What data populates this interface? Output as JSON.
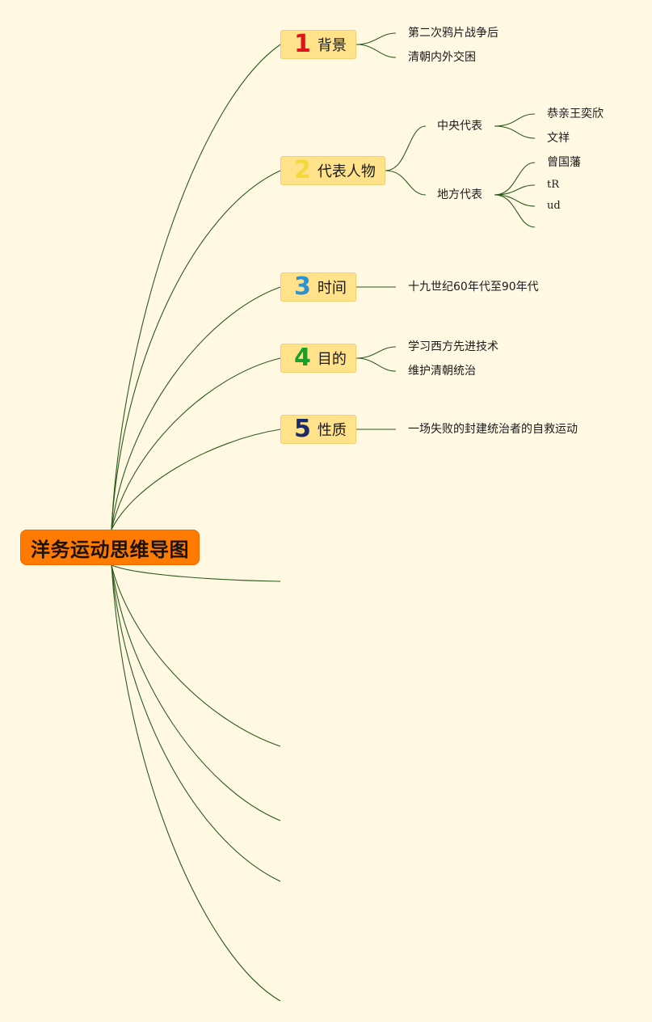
{
  "root": {
    "label": "洋务运动思维导图"
  },
  "branches": [
    {
      "num": "1",
      "num_color": "#e0141e",
      "label": "背景",
      "leaves": [
        "第二次鸦片战争后",
        "清朝内外交困"
      ]
    },
    {
      "num": "2",
      "num_color": "#f6d73a",
      "label": "代表人物",
      "subs": [
        {
          "label": "中央代表",
          "leaves": [
            "恭亲王奕欣",
            "文祥"
          ]
        },
        {
          "label": "地方代表",
          "leaves": [
            "曾国藩",
            "tR",
            "ud"
          ]
        }
      ]
    },
    {
      "num": "3",
      "num_color": "#2a93d5",
      "label": "时间",
      "leaves": [
        "十九世纪60年代至90年代"
      ]
    },
    {
      "num": "4",
      "num_color": "#13a12b",
      "label": "目的",
      "leaves": [
        "学习西方先进技术",
        "维护清朝统治"
      ]
    },
    {
      "num": "5",
      "num_color": "#1a2a6c",
      "label": "性质",
      "leaves": [
        "一场失败的封建统治者的自救运动"
      ]
    }
  ],
  "colors": {
    "background": "#fff8e3",
    "line": "#2e5a1c",
    "root_fill": "#ff7a00",
    "branch_fill": "#ffe28a"
  }
}
